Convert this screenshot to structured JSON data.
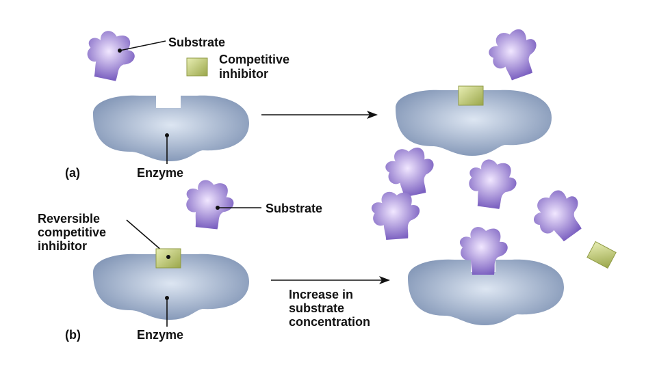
{
  "panel_a": {
    "tag": "(a)",
    "substrate_label": "Substrate",
    "inhibitor_label": [
      "Competitive",
      "inhibitor"
    ],
    "enzyme_label": "Enzyme"
  },
  "panel_b": {
    "tag": "(b)",
    "inhibitor_label": [
      "Reversible",
      "competitive",
      "inhibitor"
    ],
    "substrate_label": "Substrate",
    "enzyme_label": "Enzyme",
    "arrow_label": [
      "Increase in",
      "substrate",
      "concentration"
    ]
  },
  "colors": {
    "enzyme_light": "#dde6f2",
    "enzyme_dark": "#7f93b4",
    "substrate_light": "#f1e7ff",
    "substrate_dark": "#7a5fc0",
    "inhibitor_light": "#e8eeb4",
    "inhibitor_dark": "#9aa64a"
  }
}
